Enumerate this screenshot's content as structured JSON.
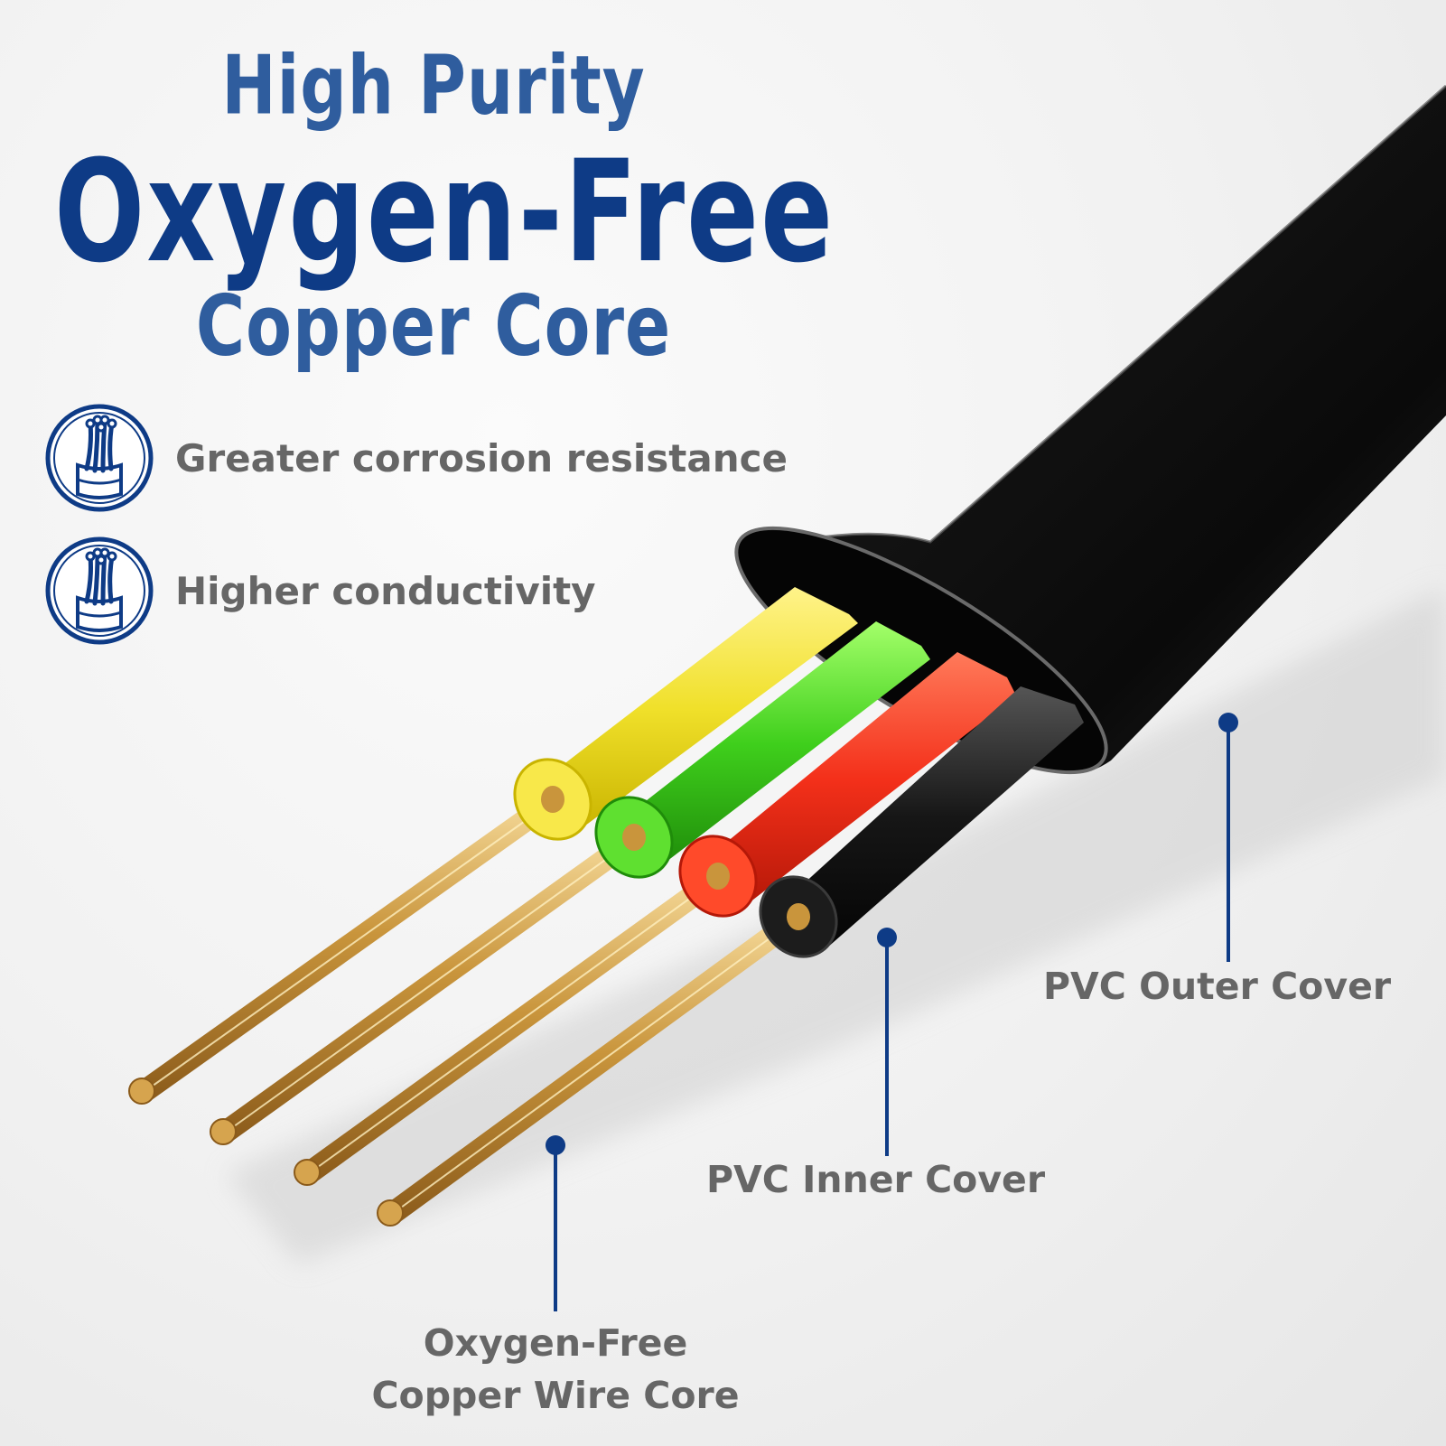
{
  "headline": {
    "line1": "High Purity",
    "line2": "Oxygen-Free",
    "line3": "Copper Core"
  },
  "features": [
    {
      "icon": "copper-strand-icon",
      "text": "Greater corrosion resistance"
    },
    {
      "icon": "copper-strand-icon",
      "text": "Higher conductivity"
    }
  ],
  "callouts": {
    "outer_cover": "PVC Outer Cover",
    "inner_cover": "PVC Inner Cover",
    "core_line1": "Oxygen-Free",
    "core_line2": "Copper Wire Core"
  },
  "colors": {
    "navy": "#0e3b86",
    "blue": "#2f5d9e",
    "label_gray": "#666666",
    "wire_yellow": "#f0e02a",
    "wire_green": "#3fcf1c",
    "wire_red": "#f4301a",
    "wire_black": "#111111",
    "copper": "#c9953c"
  }
}
